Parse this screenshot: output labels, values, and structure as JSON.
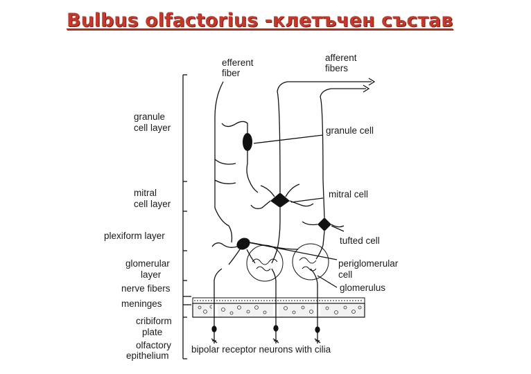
{
  "title": "Bulbus olfactorius -клетъчен състав",
  "layers": {
    "granule": [
      "granule",
      "cell layer"
    ],
    "mitral": [
      "mitral",
      "cell layer"
    ],
    "plexiform": [
      "plexiform layer"
    ],
    "glomerular": [
      "glomerular",
      "layer"
    ],
    "nerve_fibers": [
      "nerve fibers"
    ],
    "meninges": [
      "meninges"
    ],
    "cribriform": [
      "cribiform",
      "plate"
    ],
    "epithelium": [
      "olfactory",
      "epithelium"
    ]
  },
  "labels": {
    "efferent": [
      "efferent",
      "fiber"
    ],
    "afferent": [
      "afferent",
      "fibers"
    ],
    "granule_cell": [
      "granule cell"
    ],
    "mitral_cell": [
      "mitral cell"
    ],
    "tufted_cell": [
      "tufted cell"
    ],
    "periglomerular": [
      "periglomerular",
      "cell"
    ],
    "glomerulus": [
      "glomerulus"
    ],
    "bipolar": [
      "bipolar receptor neurons with cilia"
    ]
  },
  "colors": {
    "title": "#c0392b",
    "ink": "#111111"
  }
}
